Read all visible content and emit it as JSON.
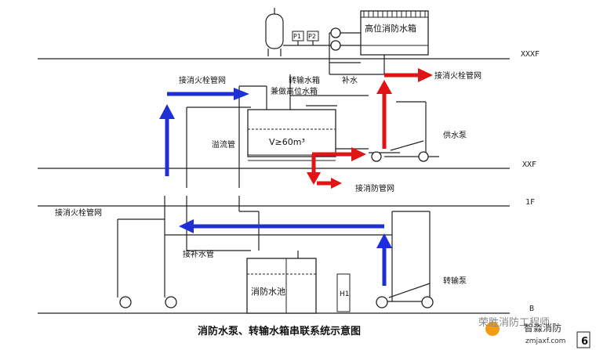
{
  "title": "消防水泵、转输水箱串联系统示意图",
  "levels": {
    "roof": "XXXF",
    "mid": "XXF",
    "first": "1F",
    "basement": "B"
  },
  "labels": {
    "high_tank": "高位消防水箱",
    "p1": "P1",
    "p2": "P2",
    "hydrant_top_left": "接消火栓管网",
    "transfer_tank": "转输水箱",
    "high_tank_also": "兼做高位水箱",
    "makeup_water": "补水",
    "hydrant_top_right": "接消火栓管网",
    "overflow": "溢流管",
    "volume": "V≥60m³",
    "supply_pump": "供水泵",
    "fire_pipe_network": "接消防管网",
    "hydrant_1f": "接消火栓管网",
    "makeup_pipe": "接补水管",
    "fire_pool": "消防水池",
    "h1": "H1",
    "transfer_pump": "转输泵"
  },
  "watermark": {
    "text1": "荣胜消防工程师",
    "text2": "智淼消防",
    "text3": "zmjaxf.com",
    "page": "6"
  },
  "colors": {
    "blue": "#1f2fd6",
    "red": "#e01414",
    "line": "#222222"
  }
}
